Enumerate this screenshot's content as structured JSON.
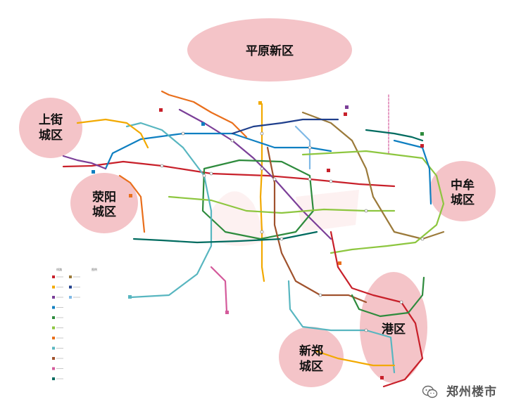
{
  "map": {
    "districts": {
      "pingyuan": "平原新区",
      "shangjie_line1": "上街",
      "shangjie_line2": "城区",
      "xingyang_line1": "荥阳",
      "xingyang_line2": "城区",
      "zhongmu_line1": "中牟",
      "zhongmu_line2": "城区",
      "gangqu": "港区",
      "xinzheng_line1": "新郑",
      "xinzheng_line2": "城区"
    },
    "district_color": "#f4c4c8",
    "legend": {
      "title_left": "线路",
      "title_right": "图例"
    },
    "line_colors": [
      "#c8202a",
      "#f2a900",
      "#7b3f98",
      "#0e7fc1",
      "#2e8b3d",
      "#8dc63f",
      "#e96f1c",
      "#58b6c0",
      "#a0522d",
      "#d45a9b",
      "#006b5f",
      "#9b7a3a",
      "#1f3f8c",
      "#7fb8e6"
    ]
  },
  "watermark": {
    "text": "郑州楼市",
    "icon": "wechat-icon"
  }
}
